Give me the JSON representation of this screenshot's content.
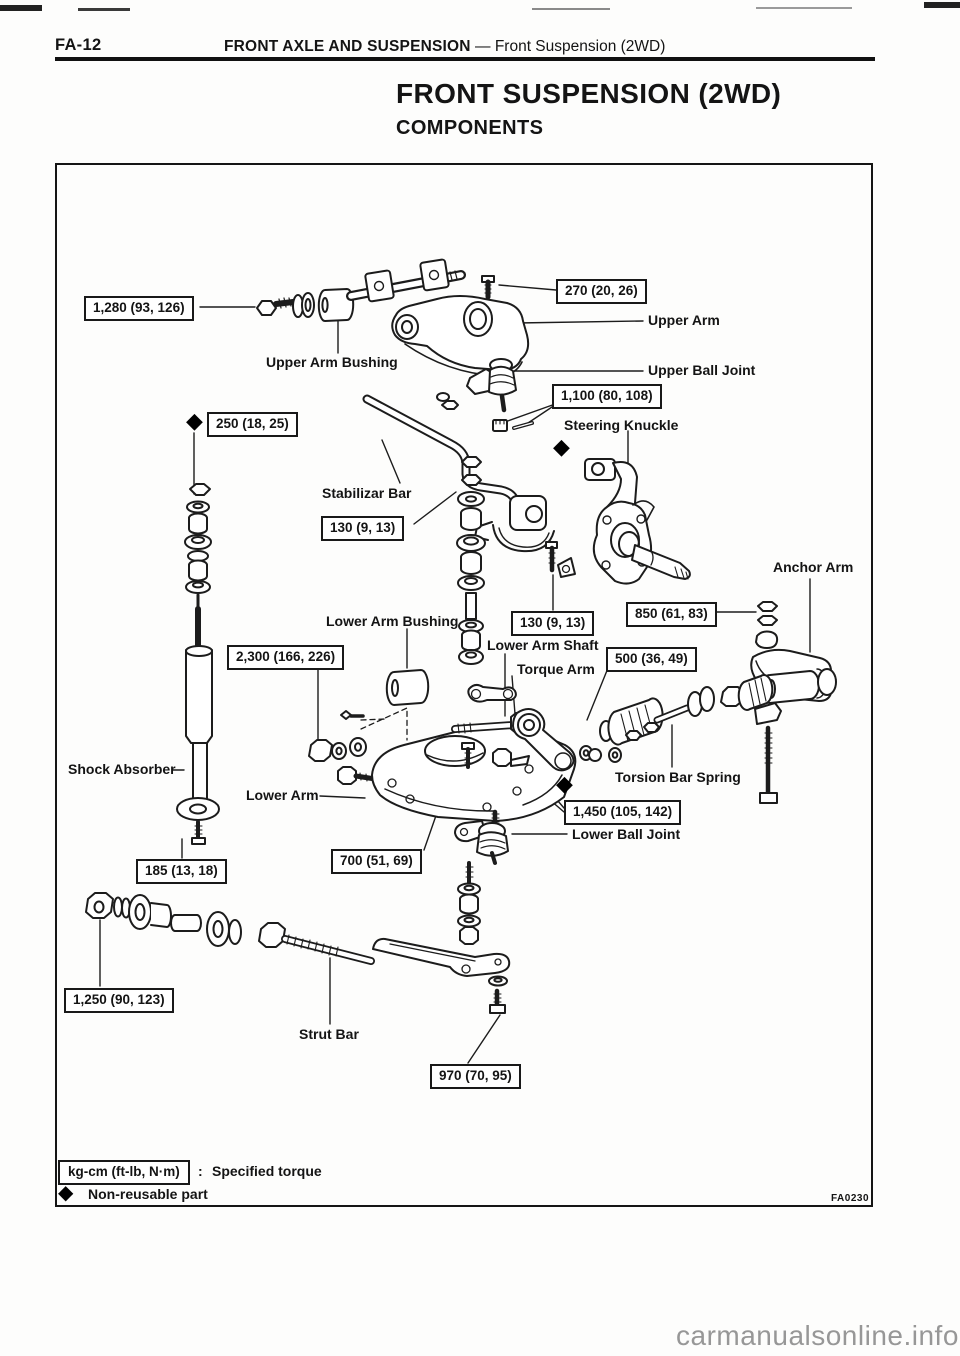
{
  "header": {
    "page_code": "FA-12",
    "section_title": "FRONT AXLE AND SUSPENSION",
    "section_dash": "—",
    "section_subtitle": "Front Suspension (2WD)"
  },
  "title": "FRONT SUSPENSION (2WD)",
  "subtitle": "COMPONENTS",
  "figure": {
    "code": "FA0230",
    "non_reusable_marker": "◆",
    "parts": [
      "Upper Arm Bushing",
      "Upper Arm",
      "Upper Ball Joint",
      "Steering Knuckle",
      "Stabilizar Bar",
      "Anchor Arm",
      "Lower Arm Bushing",
      "Lower Arm Shaft",
      "Torque Arm",
      "Shock Absorber",
      "Lower Arm",
      "Torsion Bar Spring",
      "Lower Ball Joint",
      "Strut Bar"
    ],
    "torque_specs": [
      {
        "value": "1,280 (93, 126)"
      },
      {
        "value": "270 (20, 26)"
      },
      {
        "value": "1,100 (80, 108)"
      },
      {
        "value": "250 (18, 25)"
      },
      {
        "value": "130 (9, 13)"
      },
      {
        "value": "850 (61, 83)"
      },
      {
        "value": "130 (9, 13)"
      },
      {
        "value": "2,300 (166, 226)"
      },
      {
        "value": "500 (36, 49)"
      },
      {
        "value": "1,450 (105, 142)"
      },
      {
        "value": "185 (13, 18)"
      },
      {
        "value": "700 (51, 69)"
      },
      {
        "value": "1,250 (90, 123)"
      },
      {
        "value": "970 (70, 95)"
      }
    ]
  },
  "legend": {
    "torque_unit_box": "kg-cm (ft-lb, N·m)",
    "colon": ":",
    "torque_meaning": "Specified torque",
    "marker": "◆",
    "marker_meaning": "Non-reusable part"
  },
  "watermark": "carmanualsonline.info"
}
